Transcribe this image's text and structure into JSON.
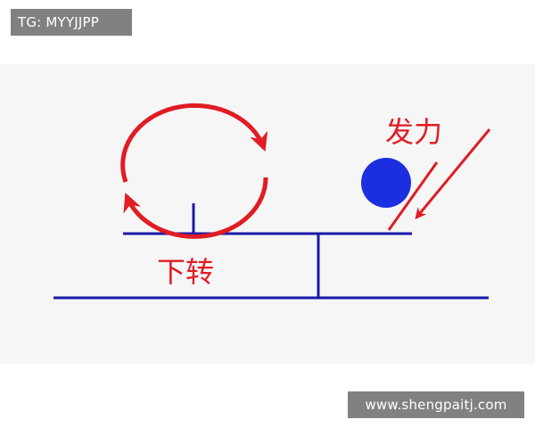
{
  "watermarks": {
    "top_left": "TG: MYYJJPP",
    "bottom_right": "www.shengpaitj.com"
  },
  "diagram": {
    "labels": {
      "backspin": "下转",
      "force": "发力"
    },
    "colors": {
      "line": "#1a1aa8",
      "arrow": "#e01c24",
      "ball": "#1c2fe0",
      "panel": "#f6f6f6"
    }
  }
}
